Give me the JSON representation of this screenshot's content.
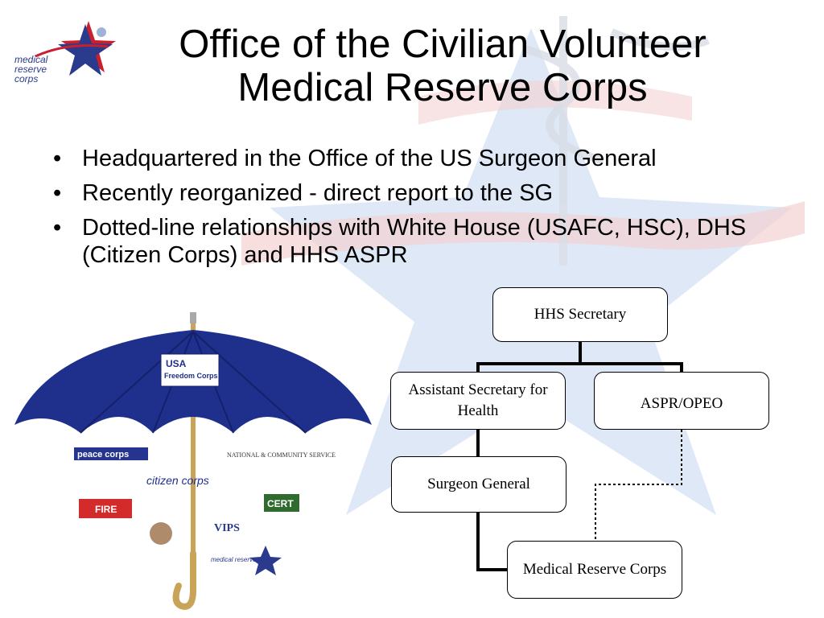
{
  "logo": {
    "lines": [
      "medical",
      "reserve",
      "corps"
    ]
  },
  "title": {
    "line1": "Office of the Civilian Volunteer",
    "line2": "Medical Reserve Corps"
  },
  "bullets": [
    "Headquartered in the Office of the US Surgeon General",
    "Recently reorganized - direct report to the SG",
    "Dotted-line relationships with White House (USAFC, HSC), DHS (Citizen Corps) and HHS ASPR"
  ],
  "umbrella": {
    "canopy_label_lines": [
      "USA",
      "Freedom Corps"
    ],
    "programs": [
      "peace corps",
      "NATIONAL & COMMUNITY SERVICE",
      "citizen corps",
      "FIRE",
      "CERT",
      "VIPS",
      "medical reserve corps"
    ]
  },
  "org_chart": {
    "nodes": {
      "hhs_secretary": "HHS Secretary",
      "assistant_secretary": "Assistant Secretary for Health",
      "aspr_opeo": "ASPR/OPEO",
      "surgeon_general": "Surgeon General",
      "mrc": "Medical Reserve Corps"
    }
  },
  "colors": {
    "star_blue": "#c9d8f0",
    "star_red": "#f1c9c9",
    "umbrella_blue": "#1f2f8c",
    "logo_blue": "#2a3a8c",
    "logo_red": "#c8202f"
  }
}
